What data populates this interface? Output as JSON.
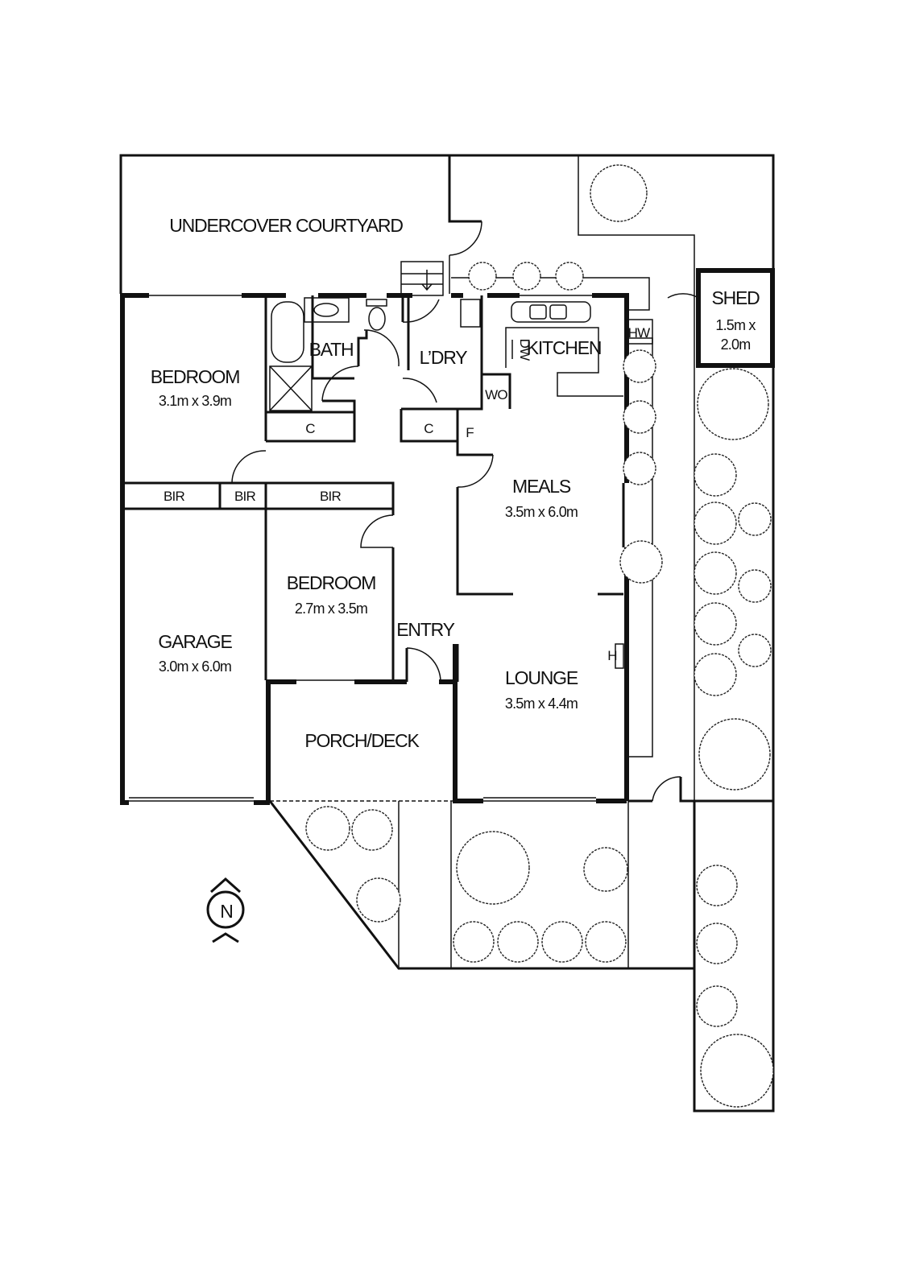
{
  "plan": {
    "courtyard": "UNDERCOVER COURTYARD",
    "bedroom1": {
      "name": "BEDROOM",
      "size": "3.1m x 3.9m"
    },
    "bath": "BATH",
    "laundry": "L’DRY",
    "kitchen": "KITCHEN",
    "dishwasher": "DW",
    "wall_oven": "WO",
    "hot_water": "HW",
    "shed": {
      "name": "SHED",
      "size_line1": "1.5m x",
      "size_line2": "2.0m"
    },
    "cupboard1": "C",
    "cupboard2": "C",
    "fridge": "F",
    "meals": {
      "name": "MEALS",
      "size": "3.5m x 6.0m"
    },
    "bir1": "BIR",
    "bir2": "BIR",
    "bir3": "BIR",
    "bedroom2": {
      "name": "BEDROOM",
      "size": "2.7m x 3.5m"
    },
    "entry": "ENTRY",
    "garage": {
      "name": "GARAGE",
      "size": "3.0m x 6.0m"
    },
    "lounge": {
      "name": "LOUNGE",
      "size": "3.5m x 4.4m"
    },
    "heater": "H",
    "porch": "PORCH/DECK",
    "north": "N"
  }
}
